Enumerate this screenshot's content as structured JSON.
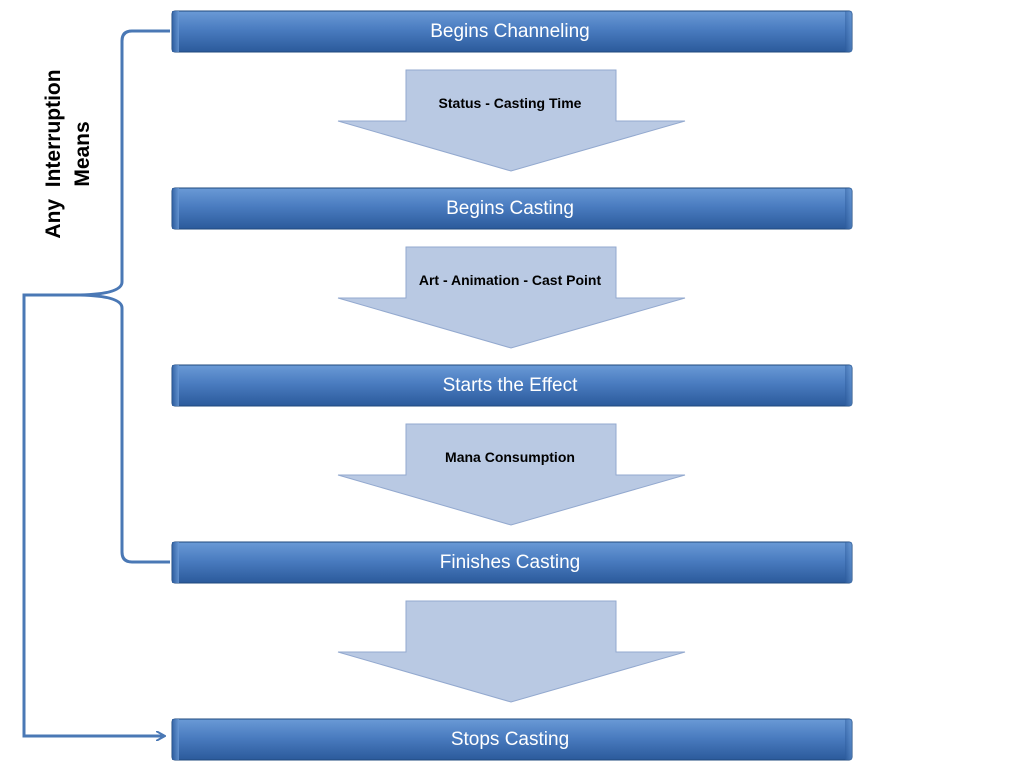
{
  "stages": [
    {
      "label": "Begins Channeling"
    },
    {
      "label": "Begins Casting"
    },
    {
      "label": "Starts the Effect"
    },
    {
      "label": "Finishes Casting"
    },
    {
      "label": "Stops Casting"
    }
  ],
  "transitions": [
    {
      "label": "Status - Casting Time"
    },
    {
      "label": "Art - Animation - Cast Point"
    },
    {
      "label": "Mana Consumption"
    },
    {
      "label": ""
    }
  ],
  "side_note": {
    "line1": "Any  Interruption",
    "line2": "Means"
  },
  "colors": {
    "stage_top": "#4F81BD",
    "stage_bottom": "#2E5E9E",
    "stage_border": "#1F497D",
    "arrow_fill": "#B9C9E3",
    "arrow_stroke": "#93A9CF",
    "connector": "#4A78B5"
  }
}
